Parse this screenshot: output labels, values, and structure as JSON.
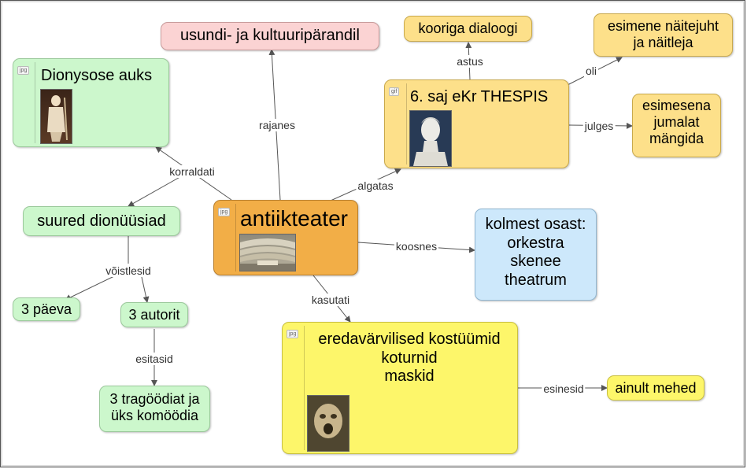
{
  "nodes": {
    "antiikteater": {
      "text": "antiikteater",
      "badge": "jpg",
      "image": "amphitheatre-photo"
    },
    "usundi": {
      "text": "usundi- ja kultuuripärandil"
    },
    "dionysose": {
      "text": "Dionysose auks",
      "badge": "jpg",
      "image": "dionysus-statue"
    },
    "suured": {
      "text": "suured dionüüsiad"
    },
    "paeva": {
      "text": "3 päeva"
    },
    "autorit": {
      "text": "3 autorit"
    },
    "tragoodiat": {
      "text": "3 tragöödiat ja\nüks komöödia"
    },
    "thespis": {
      "text": "6. saj eKr THESPIS",
      "badge": "gif",
      "image": "thespis-bust"
    },
    "kooriga": {
      "text": "kooriga dialoogi"
    },
    "esimene": {
      "text": "esimene näitejuht\nja näitleja"
    },
    "esimesena": {
      "text": "esimesena\njumalat\nmängida"
    },
    "kolmest": {
      "text": "kolmest osast:\norkestra\nskenee\ntheatrum"
    },
    "eredavarvilised": {
      "text": "eredavärvilised kostüümid\nkoturnid\nmaskid",
      "badge": "jpg",
      "image": "theatre-mask"
    },
    "ainult": {
      "text": "ainult mehed"
    }
  },
  "links": {
    "rajanes": "rajanes",
    "korraldati": "korraldati",
    "voistlesid": "võistlesid",
    "esitasid": "esitasid",
    "algatas": "algatas",
    "astus": "astus",
    "oli": "oli",
    "julges": "julges",
    "koosnes": "koosnes",
    "kasutati": "kasutati",
    "esinesid": "esinesid"
  },
  "colors": {
    "green": "#ccf7cc",
    "yellow": "#fde08a",
    "bright_yellow": "#fdf66a",
    "pink": "#fbd3d3",
    "orange": "#f2ae47",
    "blue": "#cde8fb",
    "line": "#555555"
  }
}
